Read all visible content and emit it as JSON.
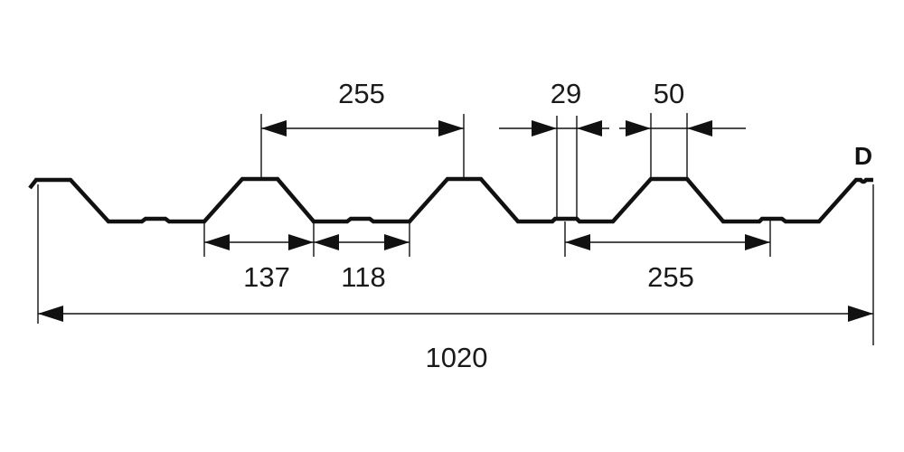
{
  "diagram": {
    "profile_label": "D",
    "dimensions": {
      "crest_pitch_top": "255",
      "small_rib_width": "29",
      "crest_width": "50",
      "trough_left_part": "137",
      "trough_right_part": "118",
      "crest_pitch_bottom": "255",
      "total_width": "1020"
    },
    "colors": {
      "line": "#111111",
      "background": "#ffffff"
    }
  }
}
